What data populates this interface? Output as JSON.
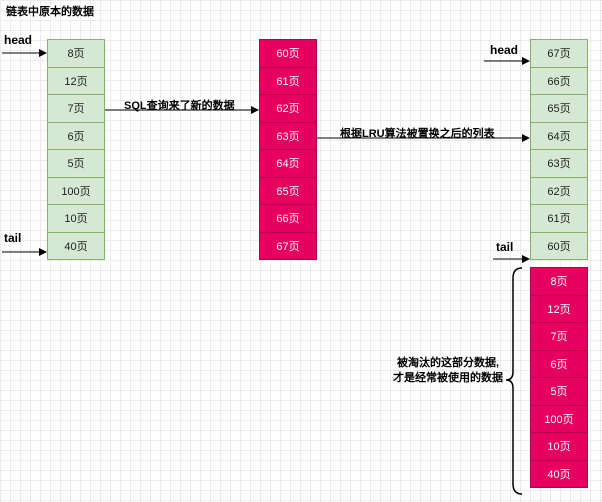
{
  "title": "链表中原本的数据",
  "labels": {
    "head": "head",
    "tail": "tail",
    "query_arrow": "SQL查询来了新的数据",
    "lru_arrow": "根据LRU算法被置换之后的列表",
    "evicted_note_line1": "被淘汰的这部分数据,",
    "evicted_note_line2": "才是经常被使用的数据"
  },
  "original_list": [
    "8页",
    "12页",
    "7页",
    "6页",
    "5页",
    "100页",
    "10页",
    "40页"
  ],
  "new_data": [
    "60页",
    "61页",
    "62页",
    "63页",
    "64页",
    "65页",
    "66页",
    "67页"
  ],
  "lru_list": [
    "67页",
    "66页",
    "65页",
    "64页",
    "63页",
    "62页",
    "61页",
    "60页"
  ],
  "evicted": [
    "8页",
    "12页",
    "7页",
    "6页",
    "5页",
    "100页",
    "10页",
    "40页"
  ],
  "colors": {
    "green_fill": "#d5e8d4",
    "green_border": "#82b366",
    "pink_fill": "#e6005f"
  }
}
